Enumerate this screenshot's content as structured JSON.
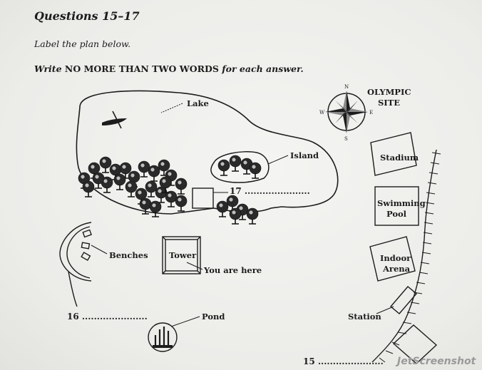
{
  "heading": "Questions 15–17",
  "instruction_label": "Label the plan below.",
  "instruction_write_prefix": "Write",
  "instruction_write_bold": "NO MORE THAN TWO WORDS",
  "instruction_write_suffix": "for each answer.",
  "compass": {
    "n": "N",
    "s": "S",
    "e": "E",
    "w": "W"
  },
  "site_title_line1": "OLYMPIC",
  "site_title_line2": "SITE",
  "labels": {
    "lake": "Lake",
    "island": "Island",
    "benches": "Benches",
    "tower": "Tower",
    "you_are_here": "You are here",
    "pond": "Pond",
    "stadium": "Stadium",
    "swimming_line1": "Swimming",
    "swimming_line2": "Pool",
    "arena_line1": "Indoor",
    "arena_line2": "Arena",
    "station": "Station"
  },
  "questions": {
    "q17": "17 ......................",
    "q16": "16 ......................",
    "q15": "15 ......................"
  },
  "watermark": "JetScreenshot",
  "colors": {
    "ink": "#1c1c1c",
    "paper": "#f0f0ee"
  }
}
